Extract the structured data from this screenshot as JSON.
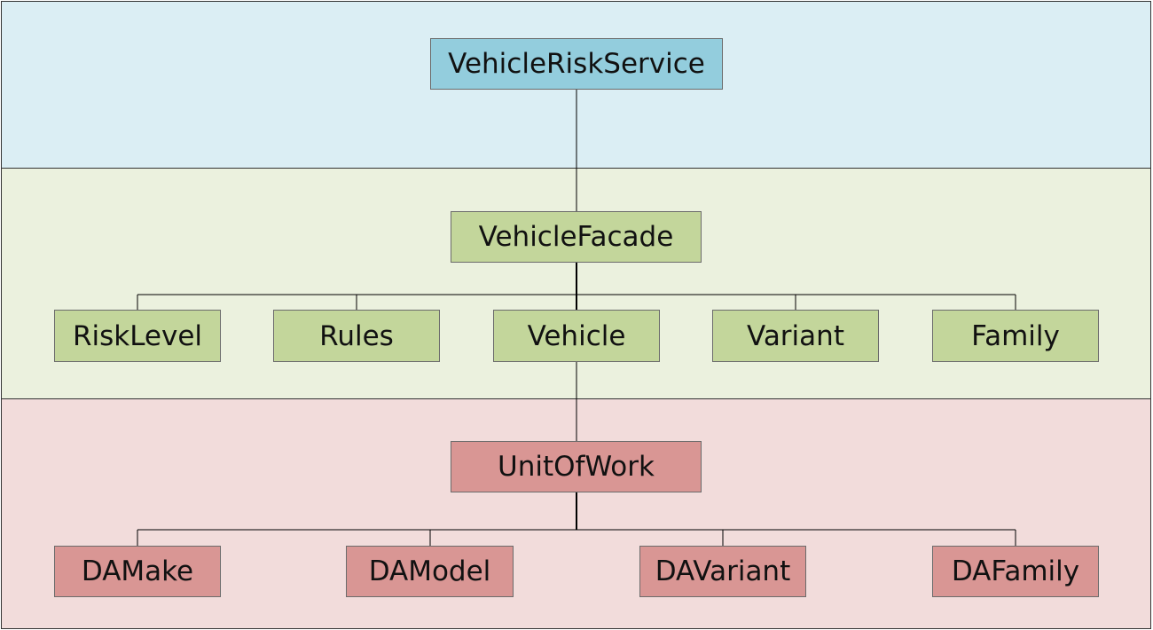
{
  "colors": {
    "service_band": "#dbeef4",
    "business_band": "#ebf1de",
    "data_band": "#f2dcdb",
    "service_node": "#93cddd",
    "business_node": "#c3d69b",
    "data_node": "#d99694",
    "line": "#000000"
  },
  "service_layer": {
    "root": "VehicleRiskService"
  },
  "business_layer": {
    "facade": "VehicleFacade",
    "components": [
      "RiskLevel",
      "Rules",
      "Vehicle",
      "Variant",
      "Family"
    ]
  },
  "data_layer": {
    "unit_of_work": "UnitOfWork",
    "accessors": [
      "DAMake",
      "DAModel",
      "DAVariant",
      "DAFamily"
    ]
  },
  "edges": [
    [
      "VehicleRiskService",
      "VehicleFacade"
    ],
    [
      "VehicleFacade",
      "RiskLevel"
    ],
    [
      "VehicleFacade",
      "Rules"
    ],
    [
      "VehicleFacade",
      "Vehicle"
    ],
    [
      "VehicleFacade",
      "Variant"
    ],
    [
      "VehicleFacade",
      "Family"
    ],
    [
      "Vehicle",
      "UnitOfWork"
    ],
    [
      "UnitOfWork",
      "DAMake"
    ],
    [
      "UnitOfWork",
      "DAModel"
    ],
    [
      "UnitOfWork",
      "DAVariant"
    ],
    [
      "UnitOfWork",
      "DAFamily"
    ]
  ]
}
